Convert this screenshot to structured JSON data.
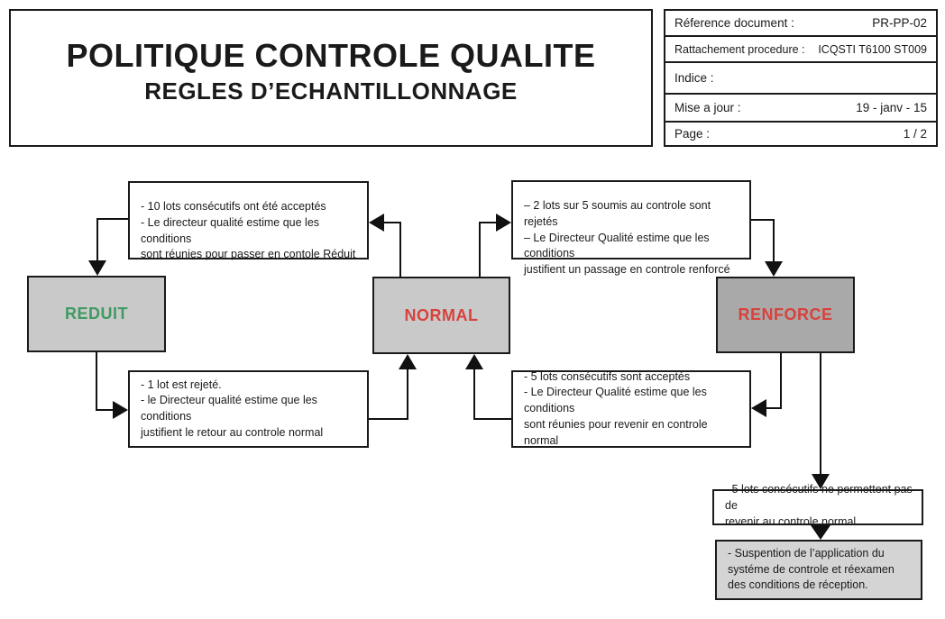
{
  "header": {
    "title": "POLITIQUE CONTROLE QUALITE",
    "subtitle": "REGLES D’ECHANTILLONNAGE",
    "meta": {
      "rows": [
        {
          "label": "Réference document :",
          "value": "PR-PP-02"
        },
        {
          "label": "Rattachement procedure :",
          "value": "ICQSTI T6100 ST009"
        },
        {
          "label": "Indice :",
          "value": ""
        },
        {
          "label": "Mise a jour :",
          "value": "19 - janv - 15"
        },
        {
          "label": "Page :",
          "value": "1 / 2"
        }
      ]
    }
  },
  "flowchart": {
    "states": {
      "reduit": {
        "label": "REDUIT",
        "text_color": "#3f9b62",
        "fill": "#c9c9c9"
      },
      "normal": {
        "label": "NORMAL",
        "text_color": "#d8423c",
        "fill": "#c9c9c9"
      },
      "renforce": {
        "label": "RENFORCE",
        "text_color": "#d8423c",
        "fill": "#a9a9a9"
      }
    },
    "conditions": {
      "to_reduit": "- 10 lots consécutifs ont été acceptés\n- Le directeur qualité estime que les conditions\nsont réunies pour passer en contole Réduit",
      "to_renforce": "– 2 lots sur 5 soumis au controle sont rejetés\n– Le Directeur Qualité estime que les conditions\njustifient un passage en controle renforcé",
      "reduit_to_normal": "- 1 lot est rejeté.\n- le Directeur qualité estime que les conditions\njustifient le retour au controle normal",
      "renforce_to_normal": "- 5 lots consécutifs sont acceptés\n- Le Directeur Qualité estime que les conditions\nsont réunies pour revenir en controle normal",
      "renforce_fail": "- 5 lots consécutifs ne permettent pas de\nrevenir au controle normal.",
      "suspension": "- Suspention de l’application du\nsystéme de controle et réexamen\ndes conditions de réception."
    },
    "suspension_fill": "#d4d4d4",
    "line_color": "#111111"
  }
}
